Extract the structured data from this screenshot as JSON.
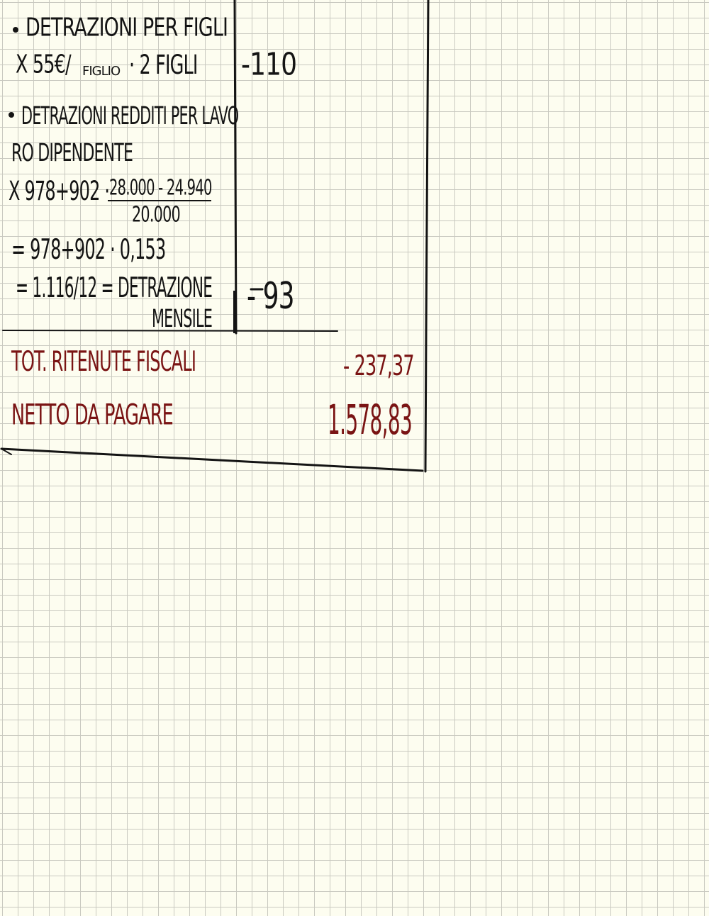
{
  "notes": {
    "section1": {
      "heading": "DETRAZIONI PER FIGLI",
      "formula_prefix": "X 55€/",
      "formula_unit": "FIGLIO",
      "formula_qty": "· 2 FIGLI",
      "amount": "-110"
    },
    "section2": {
      "heading_line1": "DETRAZIONI REDDITI PER LAVO",
      "heading_line2": "RO DIPENDENTE",
      "formula_prefix": "X 978+902 ·",
      "numerator": "28.000 - 24.940",
      "denominator": "20.000",
      "step1": "= 978+902 · 0,153",
      "step2": "= 1.116/12 = DETRAZIONE",
      "step2_cont": "MENSILE",
      "amount": "- 93"
    },
    "totals": {
      "ritenute_label": "TOT. RITENUTE FISCALI",
      "ritenute_value": "- 237,37",
      "netto_label": "NETTO DA PAGARE",
      "netto_value": "1.578,83"
    }
  },
  "colors": {
    "paper": "#fdfdf0",
    "grid": "#c9c9c0",
    "ink_black": "#141414",
    "ink_red": "#7a1414"
  }
}
